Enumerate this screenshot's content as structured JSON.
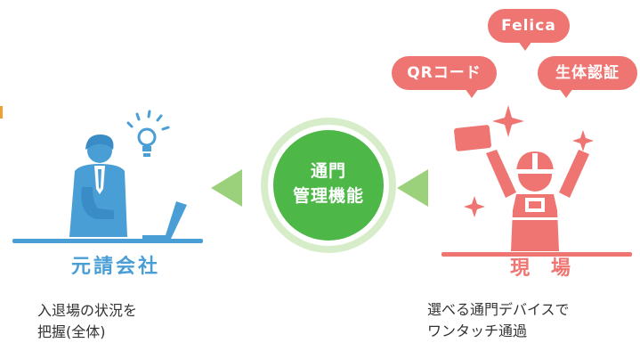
{
  "center": {
    "line1": "通門",
    "line2": "管理機能"
  },
  "left": {
    "label": "元請会社",
    "desc_line1": "入退場の状況を",
    "desc_line2": "把握(全体)"
  },
  "right": {
    "label": "現 場",
    "desc_line1": "選べる通門デバイスで",
    "desc_line2": "ワンタッチ通過",
    "bubbles": [
      "Felica",
      "QRコード",
      "生体認証"
    ]
  },
  "colors": {
    "blue": "#4a9ed6",
    "red": "#ee7571",
    "green": "#4db848",
    "arrow_green": "#9cd17b"
  }
}
